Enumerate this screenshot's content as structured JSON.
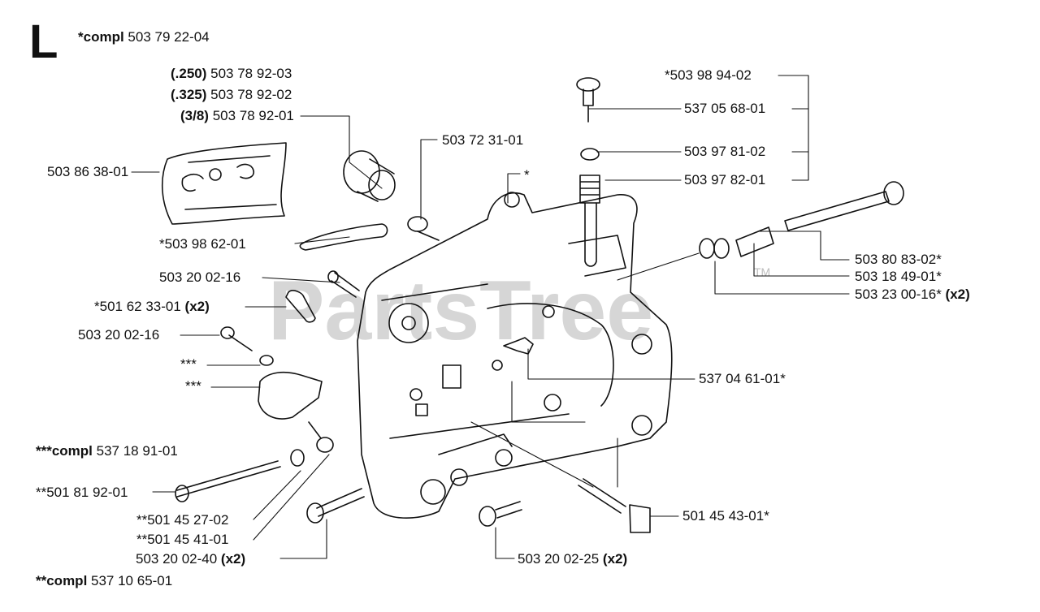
{
  "section_letter": "L",
  "watermark": {
    "text": "PartsTree",
    "tm": "TM"
  },
  "labels": {
    "compl_top": {
      "bold": "*compl",
      "rest": " 503 79 22-04"
    },
    "p250": {
      "bold": "(.250)",
      "rest": " 503 78 92-03"
    },
    "p325": {
      "bold": "(.325)",
      "rest": " 503 78 92-02"
    },
    "p38": {
      "bold": "(3/8)",
      "rest": " 503 78 92-01"
    },
    "plate": "503 86 38-01",
    "pin_top": "503 72 31-01",
    "star": "*",
    "strip": "*503 98 62-01",
    "screw1": "503 20 02-16",
    "sleeve": {
      "rest": "*501 62 33-01 ",
      "bold": "(x2)"
    },
    "screw2": "503 20 02-16",
    "triple1": "***",
    "triple2": "***",
    "compl_triple": {
      "bold": "***compl",
      "rest": " 537 18 91-01"
    },
    "bolt_long": "**501 81 92-01",
    "p270": "**501 45 27-02",
    "p410": "**501 45 41-01",
    "screw40": {
      "rest": "503 20 02-40 ",
      "bold": "(x2)"
    },
    "compl_double": {
      "bold": "**compl",
      "rest": " 537 10 65-01"
    },
    "screw25": {
      "rest": "503 20 02-25 ",
      "bold": "(x2)"
    },
    "bolt43": "501 45 43-01*",
    "nipple": "537 04 61-01*",
    "washer16": {
      "rest": "503 23 00-16* ",
      "bold": "(x2)"
    },
    "spring49": "503 18 49-01*",
    "shaft": "503 80 83-02*",
    "spring82": "503 97 82-01",
    "washer81": "503 97 81-02",
    "screw68": "537 05 68-01",
    "kit94": "*503 98 94-02"
  }
}
